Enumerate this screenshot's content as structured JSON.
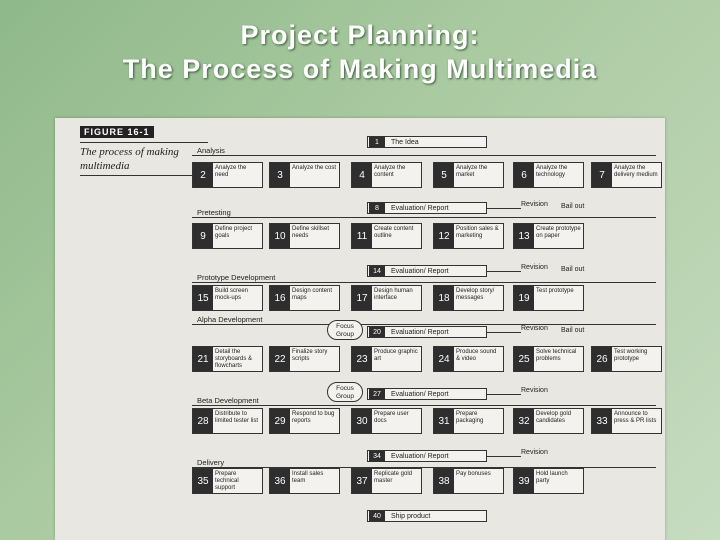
{
  "slide": {
    "title_line1": "Project Planning:",
    "title_line2": "The Process of Making Multimedia"
  },
  "figure": {
    "label": "FIGURE 16-1",
    "caption": "The process of making multimedia"
  },
  "stages": [
    {
      "name": "Analysis"
    },
    {
      "name": "Pretesting"
    },
    {
      "name": "Prototype Development"
    },
    {
      "name": "Alpha Development"
    },
    {
      "name": "Beta Development"
    },
    {
      "name": "Delivery"
    }
  ],
  "milestones": [
    {
      "num": "1",
      "label": "The Idea"
    },
    {
      "num": "8",
      "label": "Evaluation/ Report"
    },
    {
      "num": "14",
      "label": "Evaluation/ Report"
    },
    {
      "num": "20",
      "label": "Evaluation/ Report"
    },
    {
      "num": "27",
      "label": "Evaluation/ Report"
    },
    {
      "num": "34",
      "label": "Evaluation/ Report"
    },
    {
      "num": "40",
      "label": "Ship product"
    }
  ],
  "notes": {
    "revision": "Revision",
    "bail_out": "Bail out",
    "focus_group": "Focus Group"
  },
  "rows": [
    [
      {
        "num": "2",
        "label": "Analyze the need"
      },
      {
        "num": "3",
        "label": "Analyze the cost"
      },
      {
        "num": "4",
        "label": "Analyze the content"
      },
      {
        "num": "5",
        "label": "Analyze the market"
      },
      {
        "num": "6",
        "label": "Analyze the technology"
      },
      {
        "num": "7",
        "label": "Analyze the delivery medium"
      }
    ],
    [
      {
        "num": "9",
        "label": "Define project goals"
      },
      {
        "num": "10",
        "label": "Define skillset needs"
      },
      {
        "num": "11",
        "label": "Create content outline"
      },
      {
        "num": "12",
        "label": "Position sales & marketing"
      },
      {
        "num": "13",
        "label": "Create prototype on paper"
      }
    ],
    [
      {
        "num": "15",
        "label": "Build screen mock-ups"
      },
      {
        "num": "16",
        "label": "Design content maps"
      },
      {
        "num": "17",
        "label": "Design human interface"
      },
      {
        "num": "18",
        "label": "Develop story/ messages"
      },
      {
        "num": "19",
        "label": "Test prototype"
      }
    ],
    [
      {
        "num": "21",
        "label": "Detail the storyboards & flowcharts"
      },
      {
        "num": "22",
        "label": "Finalize story scripts"
      },
      {
        "num": "23",
        "label": "Produce graphic art"
      },
      {
        "num": "24",
        "label": "Produce sound & video"
      },
      {
        "num": "25",
        "label": "Solve technical problems"
      },
      {
        "num": "26",
        "label": "Test working prototype"
      }
    ],
    [
      {
        "num": "28",
        "label": "Distribute to limited tester list"
      },
      {
        "num": "29",
        "label": "Respond to bug reports"
      },
      {
        "num": "30",
        "label": "Prepare user docs"
      },
      {
        "num": "31",
        "label": "Prepare packaging"
      },
      {
        "num": "32",
        "label": "Develop gold candidates"
      },
      {
        "num": "33",
        "label": "Announce to press & PR lists"
      }
    ],
    [
      {
        "num": "35",
        "label": "Prepare technical support"
      },
      {
        "num": "36",
        "label": "Install sales team"
      },
      {
        "num": "37",
        "label": "Replicate gold master"
      },
      {
        "num": "38",
        "label": "Pay bonuses"
      },
      {
        "num": "39",
        "label": "Hold launch party"
      }
    ]
  ]
}
